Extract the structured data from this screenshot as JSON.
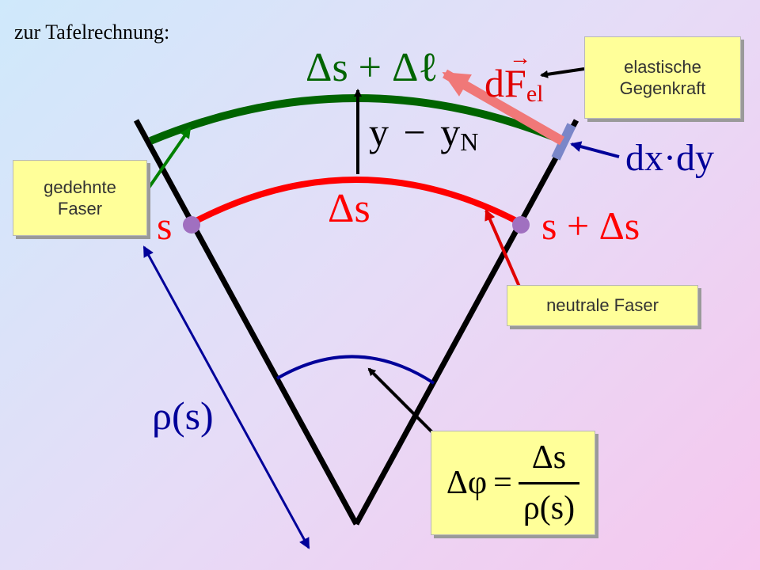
{
  "title": "zur Tafelrechnung:",
  "labels": {
    "delta_s_plus_delta_l": "Δs + Δℓ",
    "y_minus_yN": {
      "y": "y",
      "minus": "−",
      "yN": "y",
      "N": "N"
    },
    "delta_s": "Δs",
    "s_left": "s",
    "s_plus_delta_s": "s + Δs",
    "dx_dy": "dx·dy",
    "dF_el": {
      "d": "d",
      "F": "F",
      "el": "el",
      "arrow": "→"
    },
    "rho_s": "ρ(s)"
  },
  "boxes": {
    "elastische": [
      "elastische",
      "Gegenkraft"
    ],
    "gedehnte": [
      "gedehnte",
      "Faser"
    ],
    "neutrale": "neutrale Faser"
  },
  "formula": {
    "lhs": "Δφ",
    "equals": "=",
    "numerator": "Δs",
    "denominator": "ρ(s)"
  },
  "colors": {
    "green_fiber": "#006400",
    "red_fiber": "#ff0000",
    "force_arrow": "#f07878",
    "blue": "#000099",
    "purple": "#a070c0",
    "box_fill": "#ffff99"
  }
}
